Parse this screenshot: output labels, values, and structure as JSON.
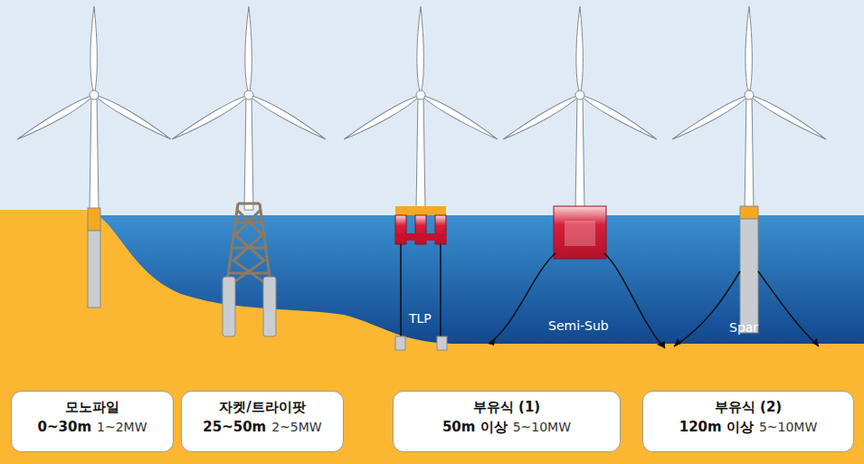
{
  "diagram": {
    "nodes": [
      {
        "text": [
          "모노파일",
          "0~30m",
          "1~2MW"
        ]
      },
      {
        "text": [
          "자켓/트라이팟",
          "25~50m",
          "2~5MW"
        ]
      },
      {
        "text": [
          "부유식 (1)",
          "50m 이상",
          "5~10MW"
        ]
      },
      {
        "text": [
          "부유식 (2)",
          "120m 이상",
          "5~10MW"
        ]
      }
    ],
    "labels": [
      "TLP",
      "Semi-Sub",
      "Spar"
    ]
  }
}
